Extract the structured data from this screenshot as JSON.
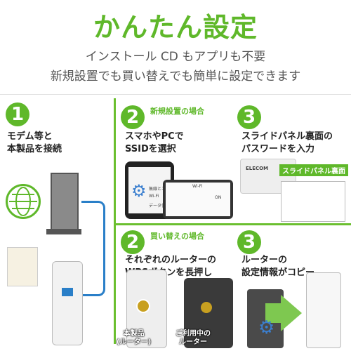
{
  "header": {
    "title": "かんたん設定",
    "subtitle_line1": "インストール CD もアプリも不要",
    "subtitle_line2": "新規設置でも買い替えでも簡単に設定できます"
  },
  "steps": {
    "connect": {
      "number": "1",
      "line1": "モデム等と",
      "line2": "本製品を接続"
    },
    "new": {
      "tag": "新規設置の場合",
      "step2": {
        "number": "2",
        "line1": "スマホやPCで",
        "line2": "SSIDを選択"
      },
      "step3": {
        "number": "3",
        "line1": "スライドパネル裏面の",
        "line2": "パスワードを入力"
      }
    },
    "replace": {
      "tag": "買い替えの場合",
      "step2": {
        "number": "2",
        "line1": "それぞれのルーターの",
        "line2": "WPSボタンを長押し"
      },
      "step3": {
        "number": "3",
        "line1": "ルーターの",
        "line2": "設定情報がコピー"
      }
    }
  },
  "illustrations": {
    "slide_panel_label": "スライドパネル裏面",
    "brand": "ELECOM",
    "phone_menu_1": "無線とネットワーク",
    "phone_menu_2": "Wi-Fi",
    "phone_menu_3": "データ使用量",
    "tablet_wifi": "Wi-Fi",
    "tablet_on": "ON",
    "this_product_badge": "本製品\n(ルーター)",
    "current_router_badge": "ご利用中の\nルーター"
  },
  "colors": {
    "accent": "#5fb82a",
    "cable": "#2a7fc8",
    "wps": "#c8a020"
  },
  "icons": [
    "globe-icon",
    "gear-icon",
    "arrow-right-icon",
    "wifi-icon"
  ]
}
